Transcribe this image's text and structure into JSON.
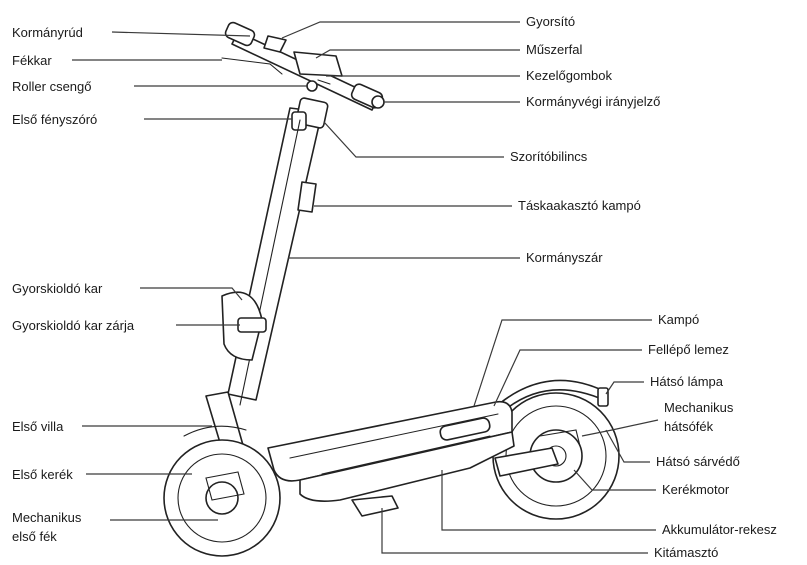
{
  "labels": {
    "left": [
      "Kormányrúd",
      "Fékkar",
      "Roller csengő",
      "Első fényszóró",
      "Gyorskioldó kar",
      "Gyorskioldó kar zárja",
      "Első villa",
      "Első kerék",
      "Mechanikus",
      "első fék"
    ],
    "right": [
      "Gyorsító",
      "Műszerfal",
      "Kezelőgombok",
      "Kormányvégi irányjelző",
      "Szorítóbilincs",
      "Táskaakasztó kampó",
      "Kormányszár",
      "Kampó",
      "Fellépő lemez",
      "Hátsó lámpa",
      "Mechanikus",
      "hátsófék",
      "Hátsó sárvédő",
      "Kerékmotor",
      "Akkumulátor-rekesz",
      "Kitámasztó"
    ]
  }
}
